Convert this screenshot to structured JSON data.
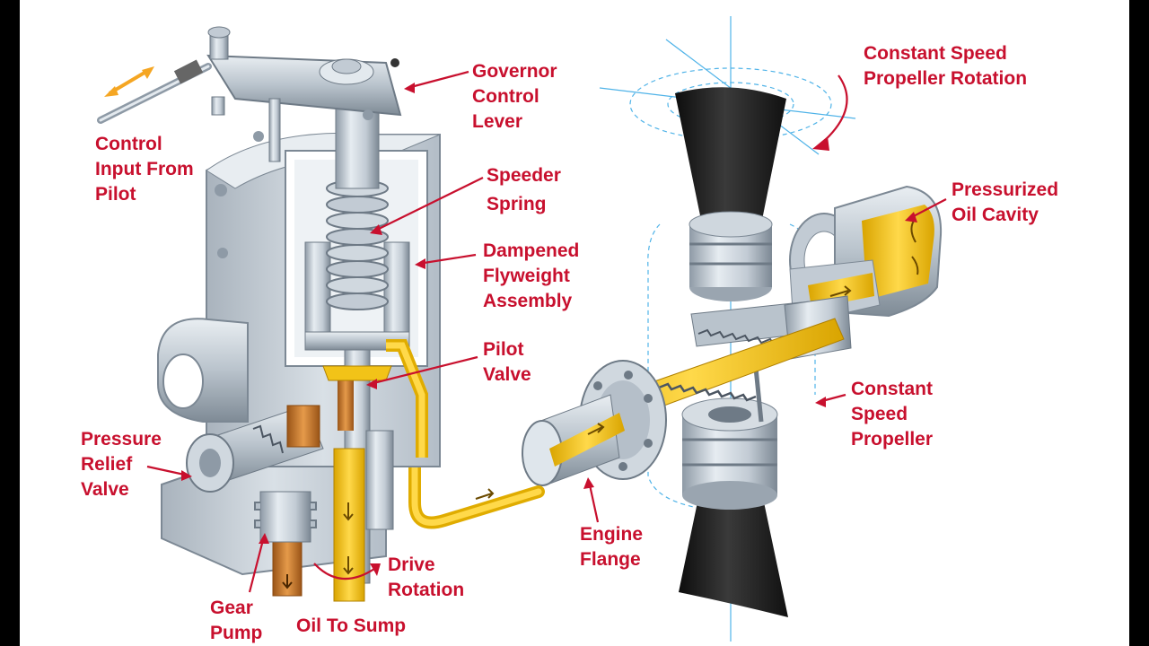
{
  "labels": {
    "governor_control_lever": [
      "Governor",
      "Control",
      "Lever"
    ],
    "control_input": [
      "Control",
      "Input From",
      "Pilot"
    ],
    "speeder_spring": [
      "Speeder",
      "Spring"
    ],
    "dampened_flyweight": [
      "Dampened",
      "Flyweight",
      "Assembly"
    ],
    "pilot_valve": [
      "Pilot",
      "Valve"
    ],
    "pressure_relief_valve": [
      "Pressure",
      "Relief",
      "Valve"
    ],
    "gear_pump": [
      "Gear",
      "Pump"
    ],
    "drive_rotation": [
      "Drive",
      "Rotation"
    ],
    "oil_to_sump": "Oil To Sump",
    "engine_flange": [
      "Engine",
      "Flange"
    ],
    "constant_speed_propeller": [
      "Constant",
      "Speed",
      "Propeller"
    ],
    "pressurized_oil_cavity": [
      "Pressurized",
      "Oil Cavity"
    ],
    "propeller_rotation": [
      "Constant Speed",
      "Propeller Rotation"
    ]
  },
  "colors": {
    "label": "#c8102e",
    "oil": "#f2c318",
    "oil_dark": "#c99400",
    "metal_light": "#dde4ea",
    "metal_mid": "#b5bfc9",
    "metal_dark": "#7c8894",
    "blade": "#1a1a1a",
    "copper": "#c8782a",
    "guide_line": "#4fb3e8"
  }
}
